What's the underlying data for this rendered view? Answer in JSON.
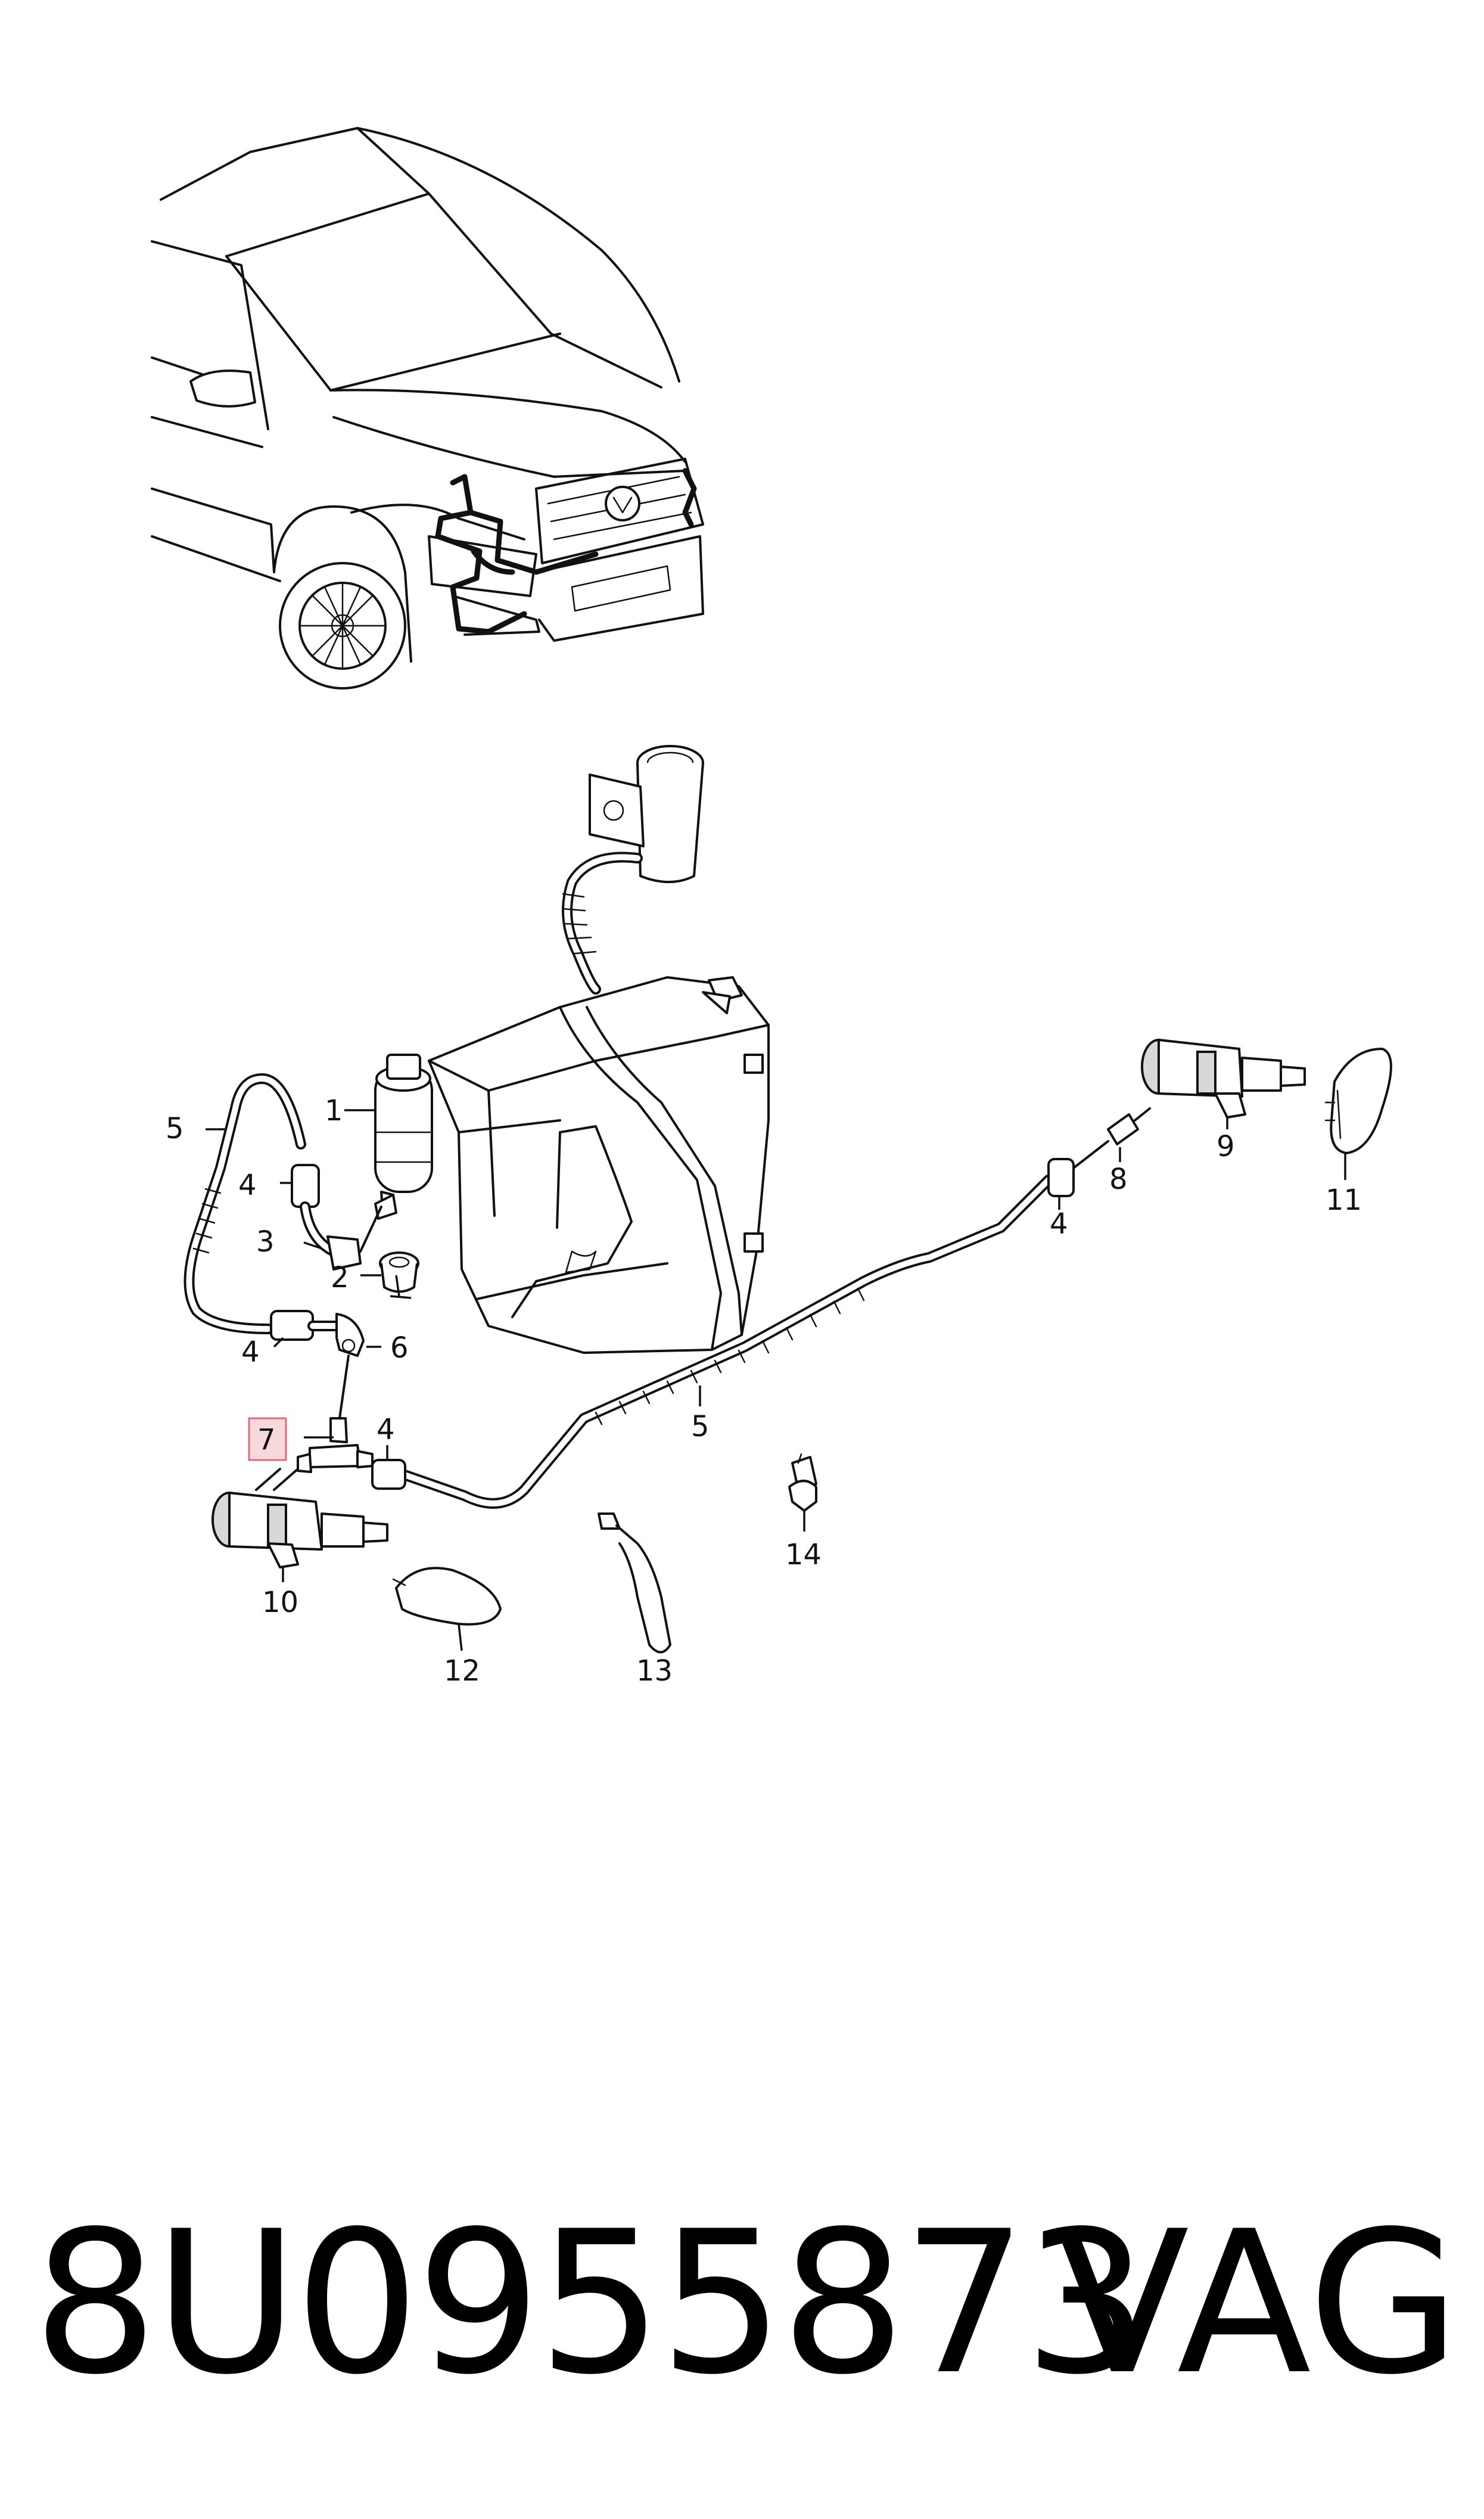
{
  "diagram": {
    "callouts": [
      {
        "id": "1",
        "label": "1"
      },
      {
        "id": "2",
        "label": "2"
      },
      {
        "id": "3",
        "label": "3"
      },
      {
        "id": "4a",
        "label": "4"
      },
      {
        "id": "4b",
        "label": "4"
      },
      {
        "id": "4c",
        "label": "4"
      },
      {
        "id": "4d",
        "label": "4"
      },
      {
        "id": "5a",
        "label": "5"
      },
      {
        "id": "5b",
        "label": "5"
      },
      {
        "id": "6",
        "label": "6"
      },
      {
        "id": "7",
        "label": "7"
      },
      {
        "id": "8",
        "label": "8"
      },
      {
        "id": "9",
        "label": "9"
      },
      {
        "id": "10",
        "label": "10"
      },
      {
        "id": "11",
        "label": "11"
      },
      {
        "id": "12",
        "label": "12"
      },
      {
        "id": "13",
        "label": "13"
      },
      {
        "id": "14",
        "label": "14"
      }
    ],
    "highlighted_callout": "7",
    "highlight_color": "#f7d9dd",
    "highlight_border_color": "#e06b7d"
  },
  "footer": {
    "part_number": "8U0955873",
    "brand": "VAG"
  }
}
